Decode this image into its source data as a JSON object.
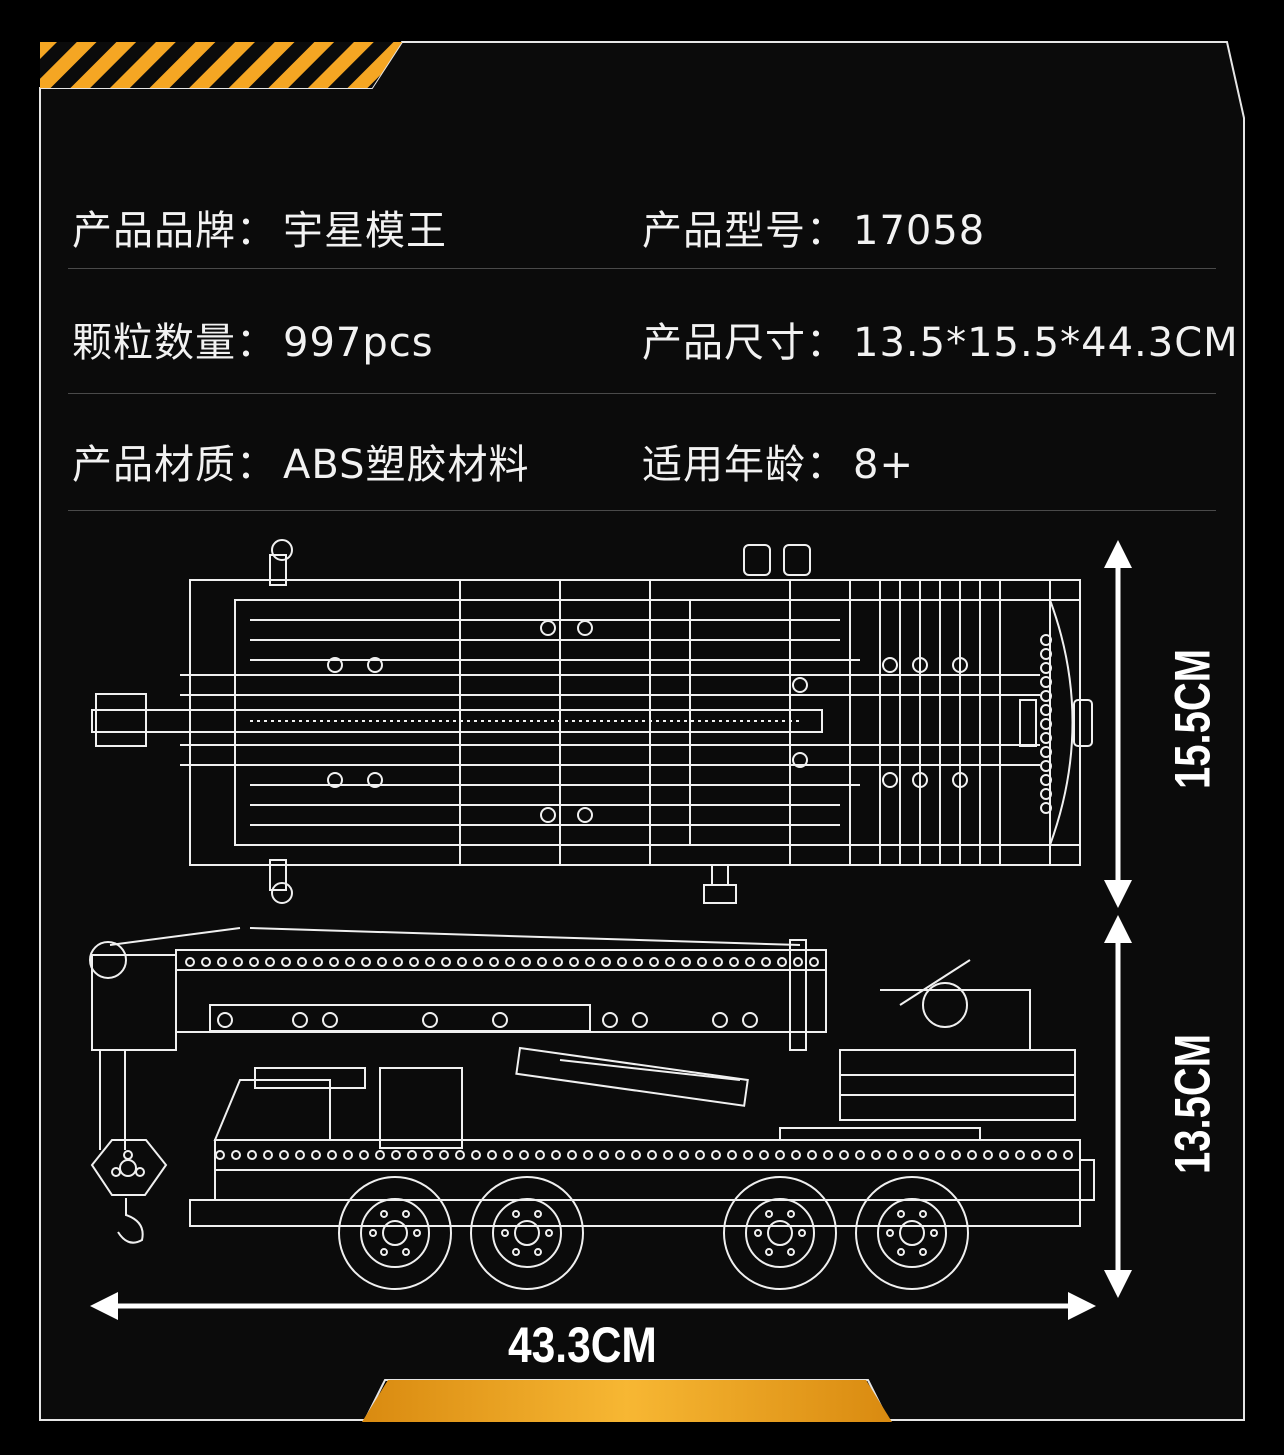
{
  "specs": {
    "brand": {
      "label": "产品品牌：",
      "value": "宇星模王"
    },
    "model": {
      "label": "产品型号：",
      "value": "17058"
    },
    "pieces": {
      "label": "颗粒数量：",
      "value": "997pcs"
    },
    "size": {
      "label": "产品尺寸：",
      "value": "13.5*15.5*44.3CM"
    },
    "material": {
      "label": "产品材质：",
      "value": "ABS塑胶材料"
    },
    "age": {
      "label": "适用年龄：",
      "value": "8+"
    }
  },
  "dimensions": {
    "width": "15.5CM",
    "height": "13.5CM",
    "length": "43.3CM"
  },
  "colors": {
    "accent": "#f5a623",
    "background": "#000000",
    "panel": "#0b0b0b",
    "line": "#ffffff"
  }
}
